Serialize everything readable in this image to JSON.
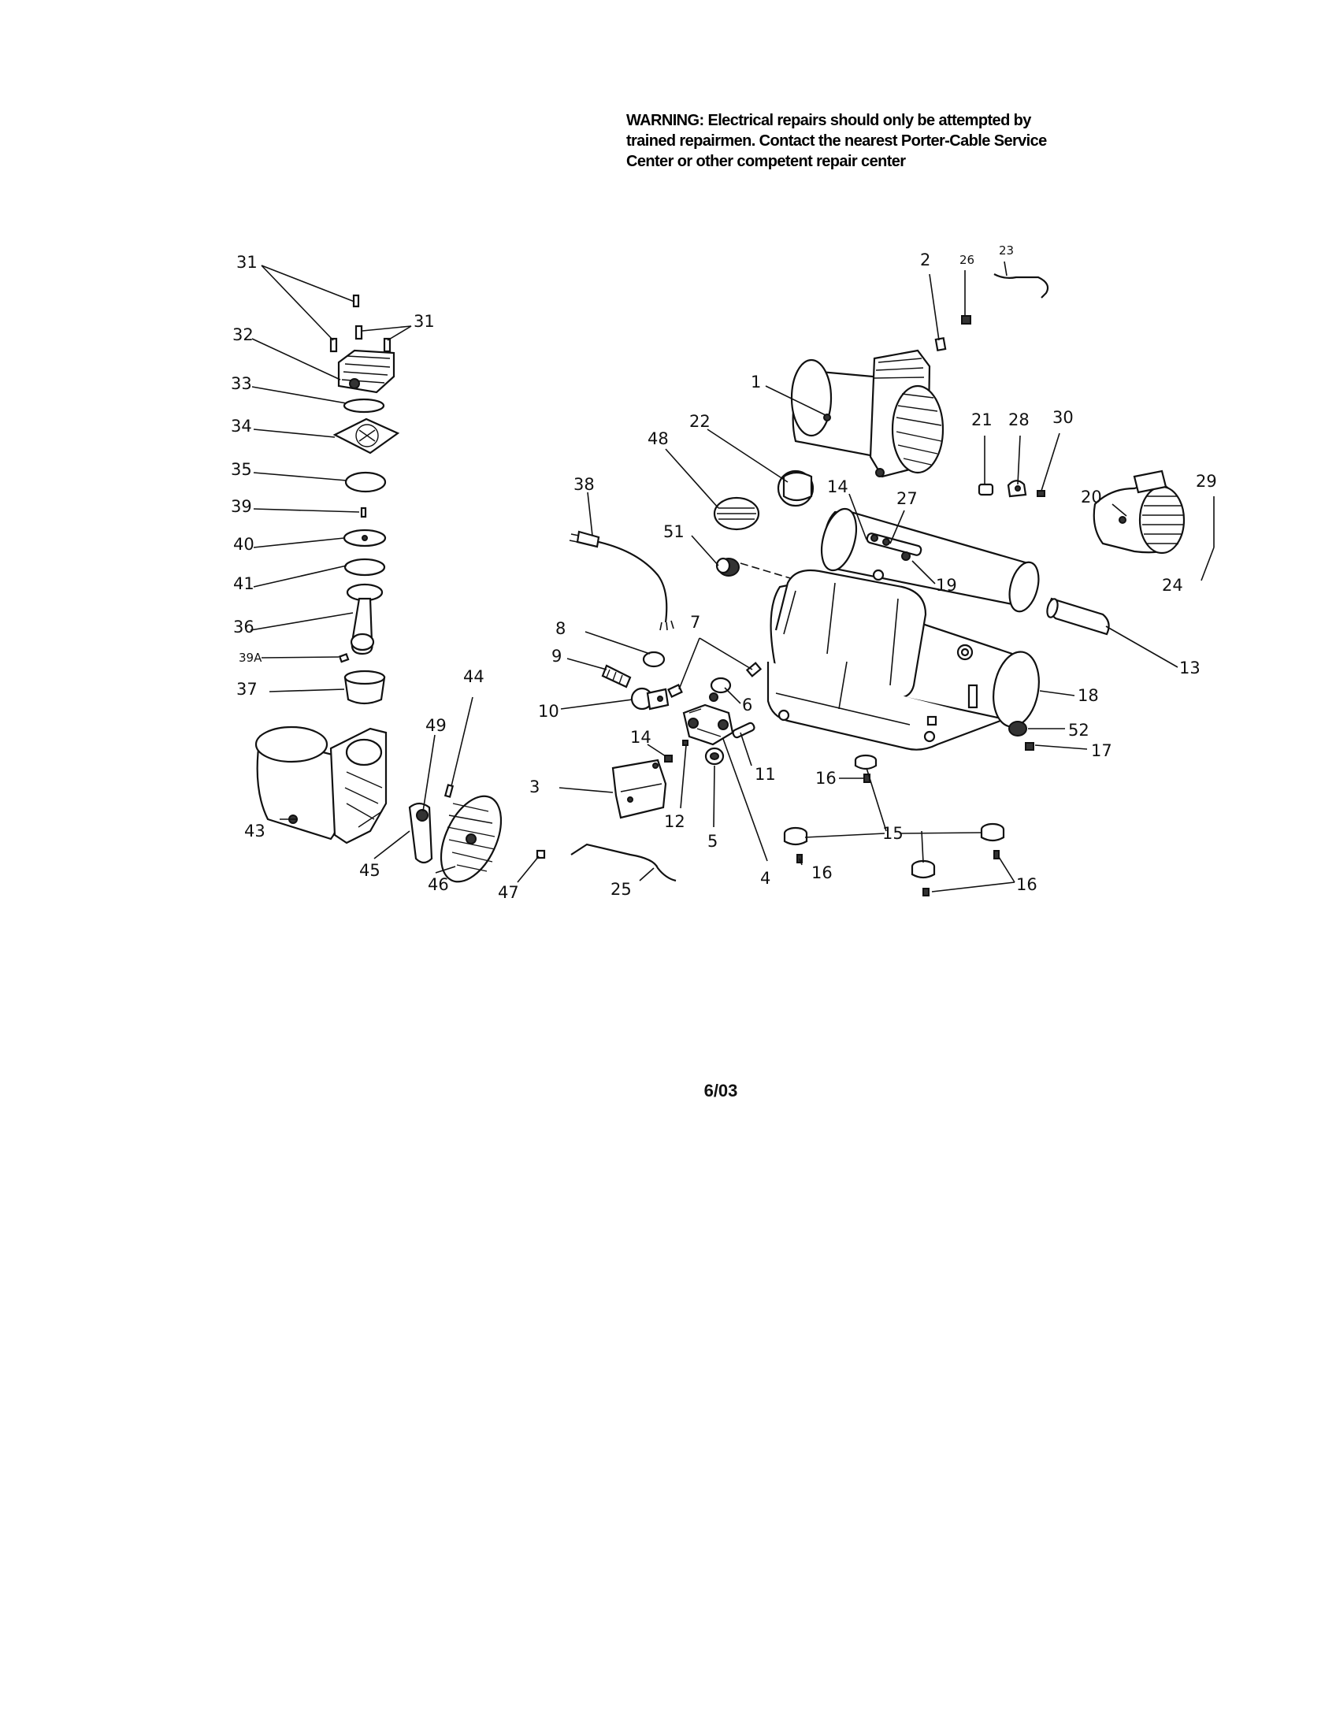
{
  "warning": {
    "line1": "WARNING: Electrical repairs should only be attempted by",
    "line2": "trained repairmen. Contact the nearest Porter-Cable Service",
    "line3": "Center or other competent repair center"
  },
  "date": "6/03",
  "callouts": {
    "c1": "1",
    "c2": "2",
    "c3": "3",
    "c4": "4",
    "c5": "5",
    "c6": "6",
    "c7": "7",
    "c8": "8",
    "c9": "9",
    "c10": "10",
    "c11": "11",
    "c12": "12",
    "c13": "13",
    "c14a": "14",
    "c14b": "14",
    "c15": "15",
    "c16a": "16",
    "c16b": "16",
    "c16c": "16",
    "c17": "17",
    "c18": "18",
    "c19": "19",
    "c20": "20",
    "c21": "21",
    "c22": "22",
    "c23": "23",
    "c24": "24",
    "c25": "25",
    "c26": "26",
    "c27": "27",
    "c28": "28",
    "c29": "29",
    "c30": "30",
    "c31a": "31",
    "c31b": "31",
    "c32": "32",
    "c33": "33",
    "c34": "34",
    "c35": "35",
    "c36": "36",
    "c37": "37",
    "c38": "38",
    "c39": "39",
    "c39a": "39A",
    "c40": "40",
    "c41": "41",
    "c43": "43",
    "c44": "44",
    "c45": "45",
    "c46": "46",
    "c47": "47",
    "c48": "48",
    "c49": "49",
    "c51": "51",
    "c52": "52"
  }
}
